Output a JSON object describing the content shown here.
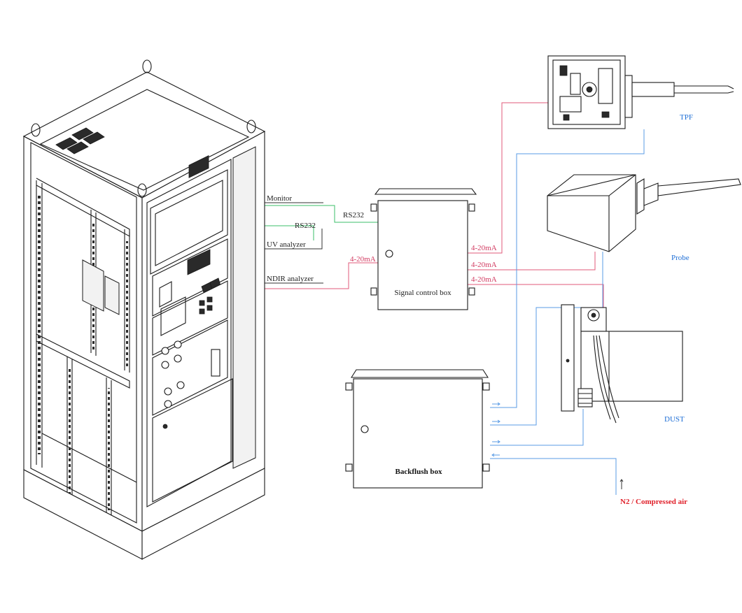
{
  "colors": {
    "signal_line": "#e05a7a",
    "air_line": "#5a9be6",
    "rs232_line": "#3bbf6a",
    "device_label": "#1f6fd6",
    "air_label": "#e0202a"
  },
  "cabinet": {
    "labels": {
      "monitor": "Monitor",
      "rs232": "RS232",
      "uv_analyzer": "UV analyzer",
      "ndir_analyzer": "NDIR analyzer"
    }
  },
  "signal_box": {
    "title": "Signal control box",
    "in_rs232": "RS232",
    "in_current": "4-20mA",
    "out_current_1": "4-20mA",
    "out_current_2": "4-20mA",
    "out_current_3": "4-20mA"
  },
  "backflush_box": {
    "title": "Backflush box"
  },
  "devices": {
    "tpf": "TPF",
    "probe": "Probe",
    "dust": "DUST"
  },
  "gas_supply": {
    "label": "N2 / Compressed air"
  }
}
